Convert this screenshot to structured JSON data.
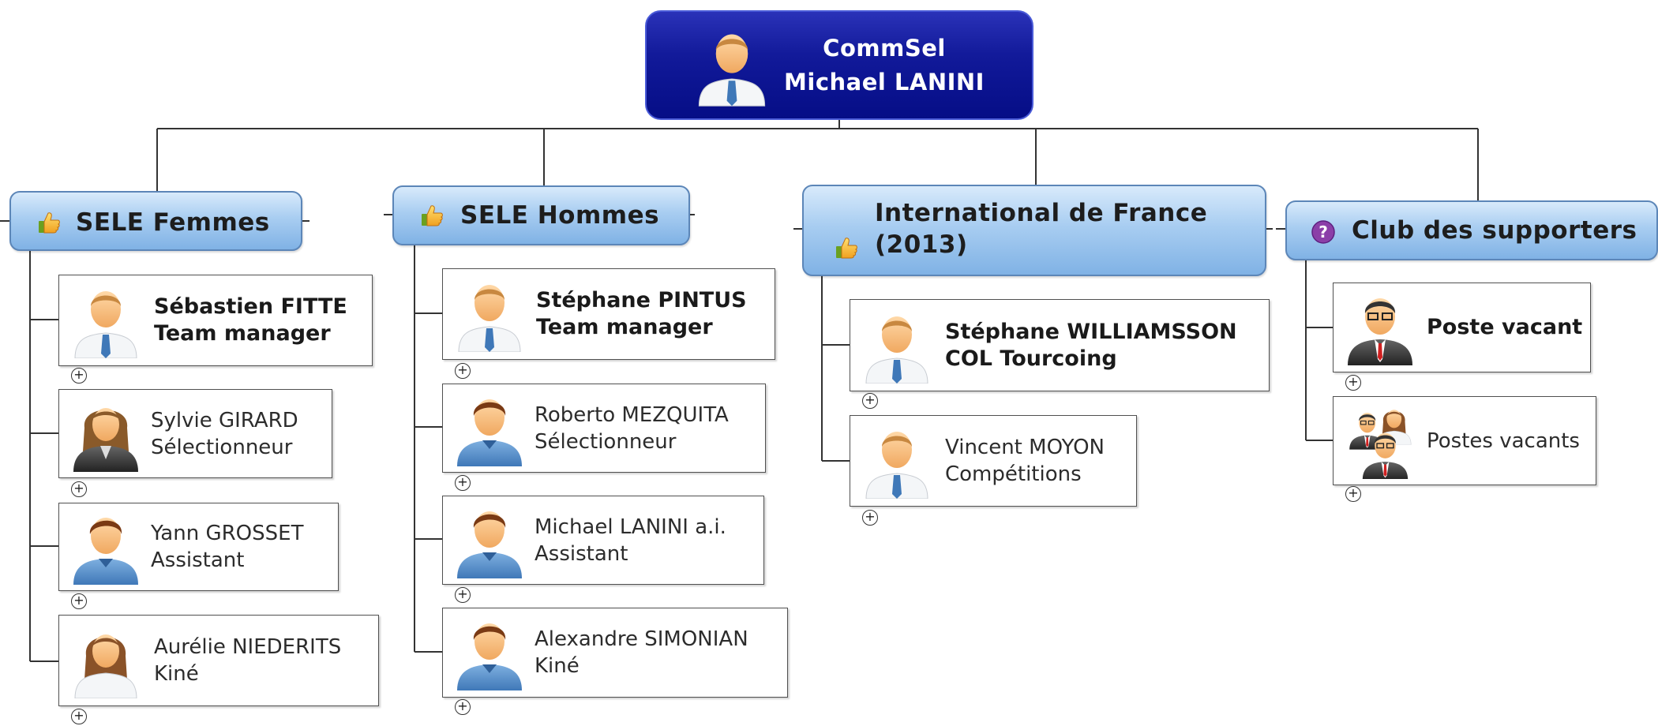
{
  "root": {
    "line1": "CommSel",
    "line2": "Michael LANINI",
    "avatar_icon": "businessman-icon"
  },
  "branches": [
    {
      "id": "femmes",
      "title": "SELE Femmes",
      "icon": "thumbs-up-icon",
      "members": [
        {
          "name": "Sébastien FITTE",
          "role": "Team manager",
          "avatar": "man-white-shirt-icon",
          "bold": true
        },
        {
          "name": "Sylvie GIRARD",
          "role": "Sélectionneur",
          "avatar": "woman-suit-icon",
          "bold": false
        },
        {
          "name": "Yann GROSSET",
          "role": "Assistant",
          "avatar": "man-blue-shirt-icon",
          "bold": false
        },
        {
          "name": "Aurélie NIEDERITS",
          "role": "Kiné",
          "avatar": "woman-white-shirt-icon",
          "bold": false
        }
      ]
    },
    {
      "id": "hommes",
      "title": "SELE Hommes",
      "icon": "thumbs-up-icon",
      "members": [
        {
          "name": "Stéphane PINTUS",
          "role": "Team manager",
          "avatar": "man-white-shirt-icon",
          "bold": true
        },
        {
          "name": "Roberto MEZQUITA",
          "role": "Sélectionneur",
          "avatar": "man-blue-shirt-icon",
          "bold": false
        },
        {
          "name": "Michael LANINI a.i.",
          "role": "Assistant",
          "avatar": "man-blue-shirt-icon",
          "bold": false
        },
        {
          "name": "Alexandre SIMONIAN",
          "role": "Kiné",
          "avatar": "man-blue-shirt-icon",
          "bold": false
        }
      ]
    },
    {
      "id": "international",
      "title_line1": "International de France",
      "title_line2": "(2013)",
      "icon": "thumbs-up-icon",
      "members": [
        {
          "name": "Stéphane WILLIAMSSON",
          "role": "COL Tourcoing",
          "avatar": "man-white-shirt-icon",
          "bold": true
        },
        {
          "name": "Vincent MOYON",
          "role": "Compétitions",
          "avatar": "man-white-shirt-icon",
          "bold": false
        }
      ]
    },
    {
      "id": "supporters",
      "title": "Club des supporters",
      "icon": "question-icon",
      "members": [
        {
          "name": "Poste vacant",
          "role": "",
          "avatar": "businessman-dark-suit-icon",
          "bold": true
        },
        {
          "name": "Postes vacants",
          "role": "",
          "avatar": "group-people-icon",
          "bold": false
        }
      ]
    }
  ],
  "colors": {
    "root_fill": "#0a1290",
    "branch_fill": "#a8cdf1",
    "connector": "#333333",
    "question_badge": "#8b3fa8"
  }
}
